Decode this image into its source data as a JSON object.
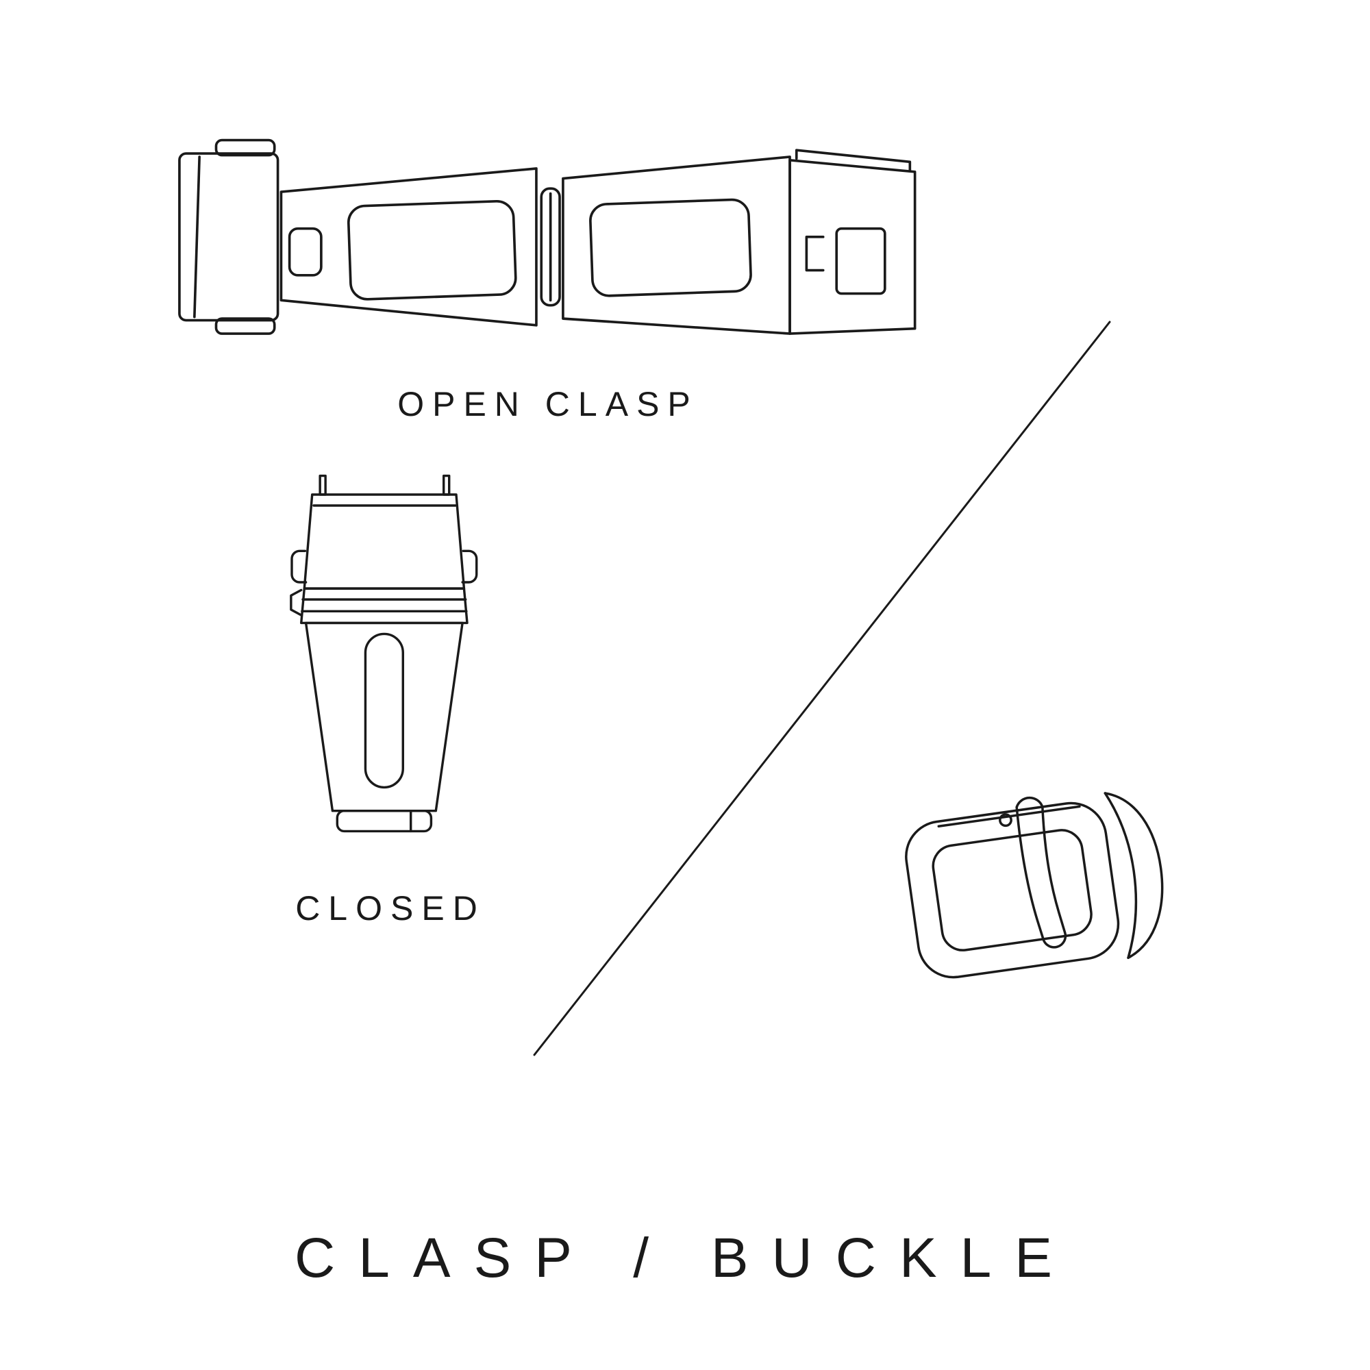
{
  "page": {
    "background": "#ffffff",
    "ink": "#1a1a1a"
  },
  "figures": {
    "open_clasp": {
      "label": "OPEN CLASP"
    },
    "closed_clasp": {
      "label": "CLOSED"
    },
    "buckle": {
      "label": ""
    }
  },
  "title": "CLASP / BUCKLE"
}
